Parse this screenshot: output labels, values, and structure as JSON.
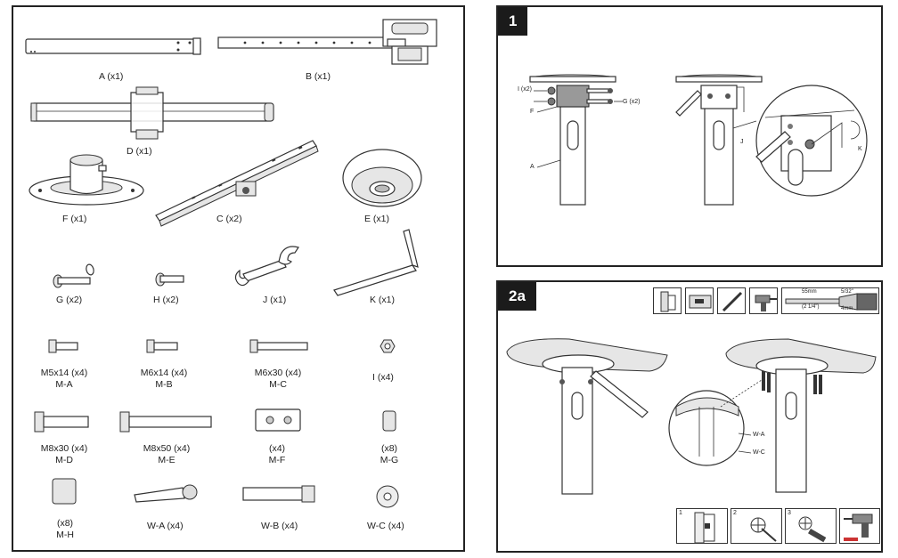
{
  "parts": {
    "a": "A (x1)",
    "b": "B (x1)",
    "d": "D (x1)",
    "f": "F (x1)",
    "c": "C (x2)",
    "e": "E (x1)",
    "g": "G (x2)",
    "h": "H (x2)",
    "j": "J (x1)",
    "k": "K (x1)",
    "ma_size": "M5x14 (x4)",
    "ma_code": "M-A",
    "mb_size": "M6x14 (x4)",
    "mb_code": "M-B",
    "mc_size": "M6x30 (x4)",
    "mc_code": "M-C",
    "i": "I (x4)",
    "md_size": "M8x30 (x4)",
    "md_code": "M-D",
    "me_size": "M8x50 (x4)",
    "me_code": "M-E",
    "mf_qty": "(x4)",
    "mf_code": "M-F",
    "mg_qty": "(x8)",
    "mg_code": "M-G",
    "mh_qty": "(x8)",
    "mh_code": "M-H",
    "wa": "W-A (x4)",
    "wb": "W-B (x4)",
    "wc": "W-C (x4)"
  },
  "step1": {
    "badge": "1",
    "label_i": "I (x2)",
    "label_g": "G (x2)",
    "label_f": "F",
    "label_a": "A",
    "label_j": "J",
    "label_k": "K"
  },
  "step2a": {
    "badge": "2a",
    "label_wa": "W-A",
    "label_wc": "W-C",
    "sub_1": "1",
    "sub_2": "2",
    "sub_3": "3",
    "tool_text_1": "55mm",
    "tool_text_2": "(2 1/4\")",
    "tool_text_3": "5/32\"",
    "tool_text_4": "4mm"
  }
}
